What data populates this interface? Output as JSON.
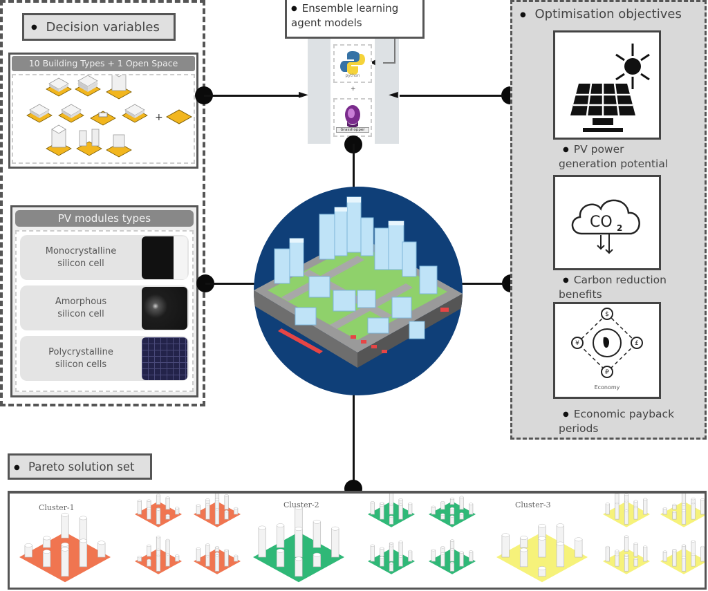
{
  "diagram": {
    "decision_variables": {
      "title": "Decision variables",
      "building_types": {
        "header": "10 Building Types + 1 Open Space",
        "plus_symbol": "+"
      },
      "pv_modules": {
        "header": "PV modules types",
        "items": [
          {
            "line1": "Monocrystalline",
            "line2": "silicon cell"
          },
          {
            "line1": "Amorphous",
            "line2": "silicon cell"
          },
          {
            "line1": "Polycrystalline",
            "line2": "silicon cells"
          }
        ]
      }
    },
    "ensemble": {
      "title_line1": "Ensemble learning",
      "title_line2": "agent models",
      "tools": [
        {
          "name": "python",
          "label": "python"
        },
        {
          "name": "grasshopper",
          "label": "Grasshopper"
        }
      ],
      "plus_symbol": "+"
    },
    "objectives": {
      "title": "Optimisation objectives",
      "items": [
        {
          "line1": "PV power",
          "line2": "generation potential"
        },
        {
          "line1": "Carbon reduction",
          "line2": "benefits",
          "icon_text": "CO",
          "icon_sub": "2"
        },
        {
          "line1": "Economic payback",
          "line2": "periods",
          "icon_caption": "Economy"
        }
      ]
    },
    "pareto": {
      "title": "Pareto solution set",
      "clusters": [
        {
          "label": "Cluster-1",
          "color": "#f07550"
        },
        {
          "label": "Cluster-2",
          "color": "#2fb877"
        },
        {
          "label": "Cluster-3",
          "color": "#f6f27a"
        }
      ]
    },
    "colors": {
      "accent_yellow": "#f2b61e",
      "circle_blue": "#0f3f78",
      "panel_grey": "#d9d9d9",
      "line_black": "#111111"
    }
  }
}
